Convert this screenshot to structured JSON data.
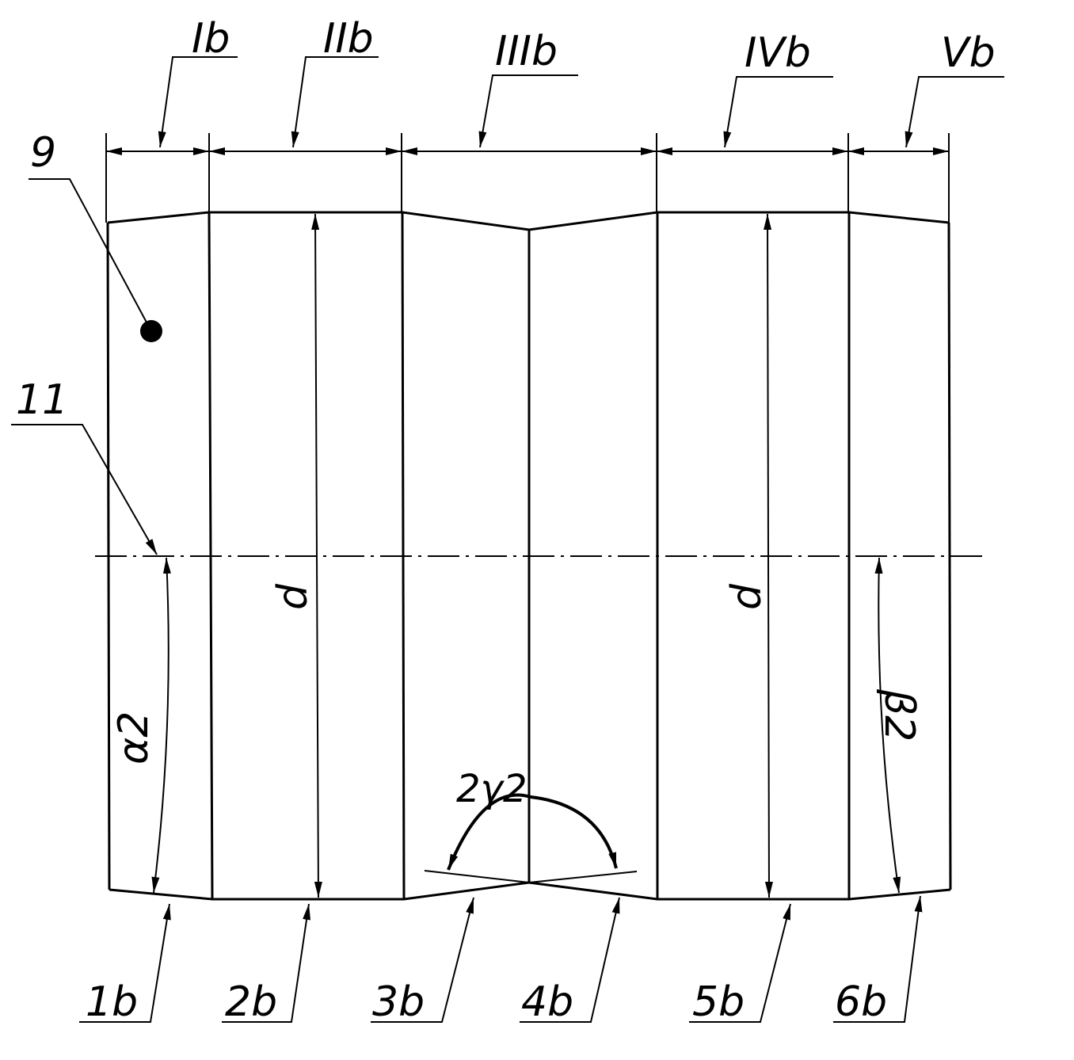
{
  "zone_labels": [
    "Ib",
    "IIb",
    "IIIb",
    "IVb",
    "Vb"
  ],
  "part_labels": [
    "1b",
    "2b",
    "3b",
    "4b",
    "5b",
    "6b"
  ],
  "reference_labels": {
    "point": "9",
    "axis": "11"
  },
  "dimension_labels": {
    "diameter_left": "d",
    "diameter_right": "d",
    "angle_alpha": "α2",
    "angle_beta": "β2",
    "angle_gamma": "2γ2"
  }
}
